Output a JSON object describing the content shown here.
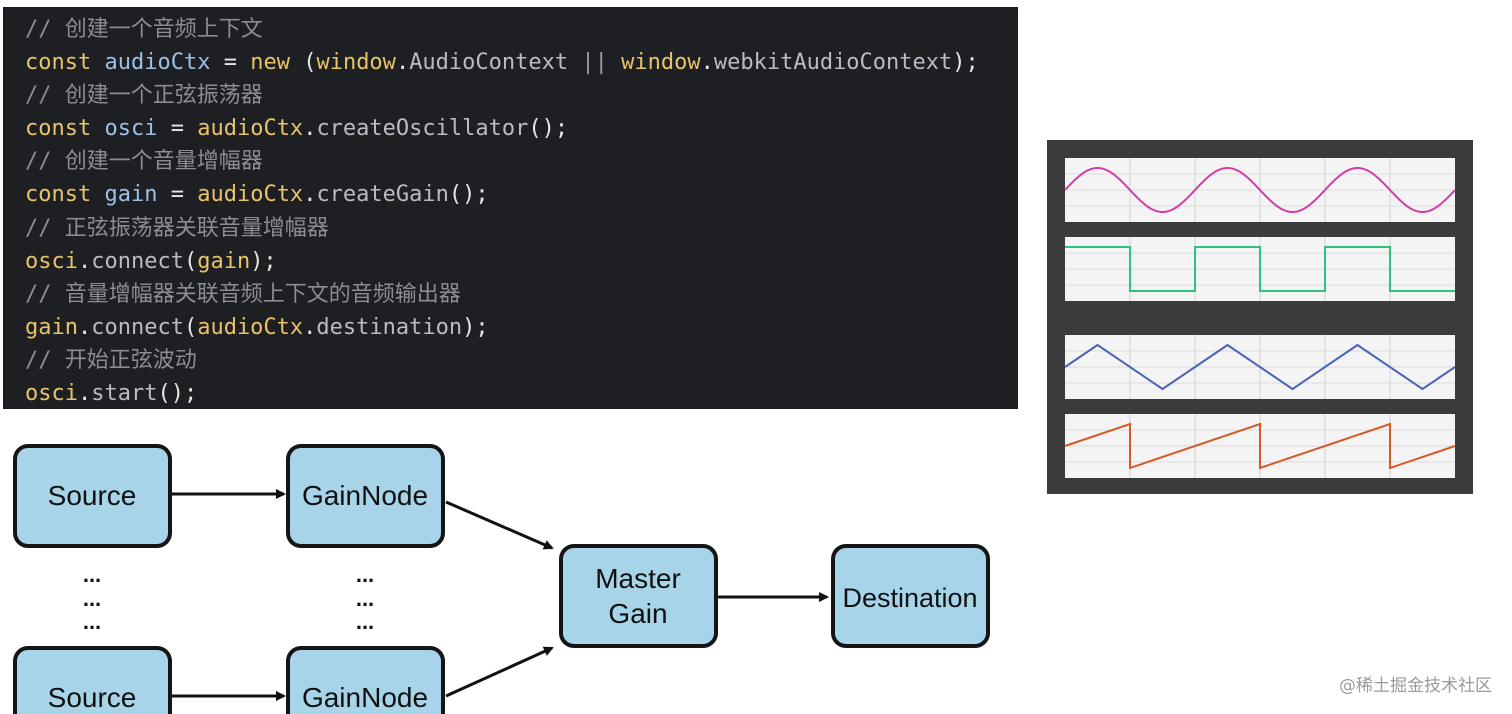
{
  "code": {
    "lines": [
      {
        "type": "comment",
        "text": "// 创建一个音频上下文"
      },
      {
        "type": "code",
        "tokens": [
          {
            "k": "kw",
            "t": "const "
          },
          {
            "k": "var",
            "t": "audioCtx"
          },
          {
            "k": "punc",
            "t": " = "
          },
          {
            "k": "kw",
            "t": "new"
          },
          {
            "k": "punc",
            "t": " ("
          },
          {
            "k": "obj",
            "t": "window"
          },
          {
            "k": "punc",
            "t": "."
          },
          {
            "k": "fn",
            "t": "AudioContext"
          },
          {
            "k": "sep",
            "t": " || "
          },
          {
            "k": "obj",
            "t": "window"
          },
          {
            "k": "punc",
            "t": "."
          },
          {
            "k": "fn",
            "t": "webkitAudioContext"
          },
          {
            "k": "punc",
            "t": ");"
          }
        ]
      },
      {
        "type": "comment",
        "text": "// 创建一个正弦振荡器"
      },
      {
        "type": "code",
        "tokens": [
          {
            "k": "kw",
            "t": "const "
          },
          {
            "k": "var",
            "t": "osci"
          },
          {
            "k": "punc",
            "t": " = "
          },
          {
            "k": "obj",
            "t": "audioCtx"
          },
          {
            "k": "punc",
            "t": "."
          },
          {
            "k": "fn",
            "t": "createOscillator"
          },
          {
            "k": "punc",
            "t": "();"
          }
        ]
      },
      {
        "type": "comment",
        "text": "// 创建一个音量增幅器"
      },
      {
        "type": "code",
        "tokens": [
          {
            "k": "kw",
            "t": "const "
          },
          {
            "k": "var",
            "t": "gain"
          },
          {
            "k": "punc",
            "t": " = "
          },
          {
            "k": "obj",
            "t": "audioCtx"
          },
          {
            "k": "punc",
            "t": "."
          },
          {
            "k": "fn",
            "t": "createGain"
          },
          {
            "k": "punc",
            "t": "();"
          }
        ]
      },
      {
        "type": "comment",
        "text": "// 正弦振荡器关联音量增幅器"
      },
      {
        "type": "code",
        "tokens": [
          {
            "k": "obj",
            "t": "osci"
          },
          {
            "k": "punc",
            "t": "."
          },
          {
            "k": "fn",
            "t": "connect"
          },
          {
            "k": "punc",
            "t": "("
          },
          {
            "k": "obj",
            "t": "gain"
          },
          {
            "k": "punc",
            "t": ");"
          }
        ]
      },
      {
        "type": "comment",
        "text": "// 音量增幅器关联音频上下文的音频输出器"
      },
      {
        "type": "code",
        "tokens": [
          {
            "k": "obj",
            "t": "gain"
          },
          {
            "k": "punc",
            "t": "."
          },
          {
            "k": "fn",
            "t": "connect"
          },
          {
            "k": "punc",
            "t": "("
          },
          {
            "k": "obj",
            "t": "audioCtx"
          },
          {
            "k": "punc",
            "t": "."
          },
          {
            "k": "fn",
            "t": "destination"
          },
          {
            "k": "punc",
            "t": ");"
          }
        ]
      },
      {
        "type": "comment",
        "text": "// 开始正弦波动"
      },
      {
        "type": "code",
        "tokens": [
          {
            "k": "obj",
            "t": "osci"
          },
          {
            "k": "punc",
            "t": "."
          },
          {
            "k": "fn",
            "t": "start"
          },
          {
            "k": "punc",
            "t": "();"
          }
        ]
      }
    ]
  },
  "waves": [
    {
      "shape": "sine",
      "color": "#d63aa8"
    },
    {
      "shape": "square",
      "color": "#2ec27e"
    },
    {
      "shape": "triangle",
      "color": "#4a63b8"
    },
    {
      "shape": "sawtooth",
      "color": "#d65a26"
    }
  ],
  "diagram": {
    "source_top": "Source",
    "gain_top": "GainNode",
    "source_bottom": "Source",
    "gain_bottom": "GainNode",
    "master_line1": "Master",
    "master_line2": "Gain",
    "destination": "Destination",
    "ellipsis": "...",
    "node_fill": "#a8d4ea",
    "node_stroke": "#151515"
  },
  "watermark": "@稀土掘金技术社区"
}
